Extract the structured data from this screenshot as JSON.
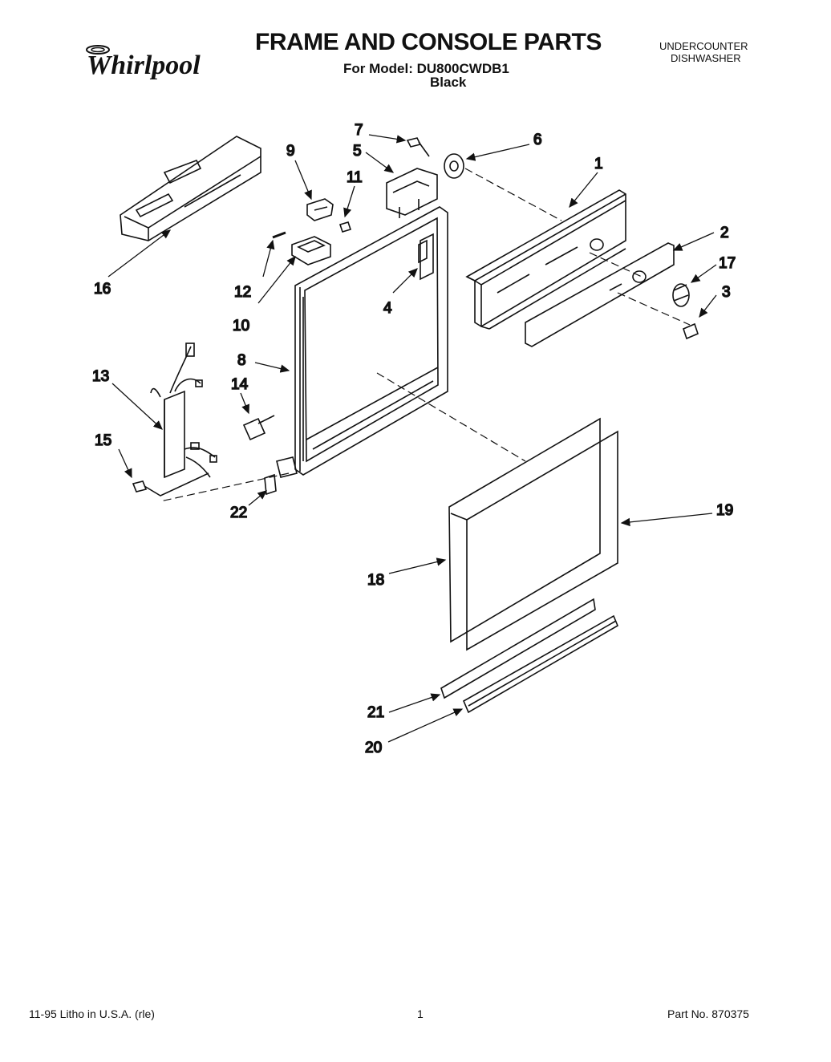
{
  "header": {
    "brand": "Whirlpool",
    "title": "FRAME AND CONSOLE PARTS",
    "model_line": "For Model: DU800CWDB1",
    "color_line": "Black",
    "category_line1": "UNDERCOUNTER",
    "category_line2": "DISHWASHER"
  },
  "callouts": {
    "c1": "1",
    "c2": "2",
    "c3": "3",
    "c4": "4",
    "c5": "5",
    "c6": "6",
    "c7": "7",
    "c8": "8",
    "c9": "9",
    "c10": "10",
    "c11": "11",
    "c12": "12",
    "c13": "13",
    "c14": "14",
    "c15": "15",
    "c16": "16",
    "c17": "17",
    "c18": "18",
    "c19": "19",
    "c20": "20",
    "c21": "21",
    "c22": "22"
  },
  "footer": {
    "left": "11-95  Litho in U.S.A. (rle)",
    "center": "1",
    "right": "Part No. 870375"
  }
}
